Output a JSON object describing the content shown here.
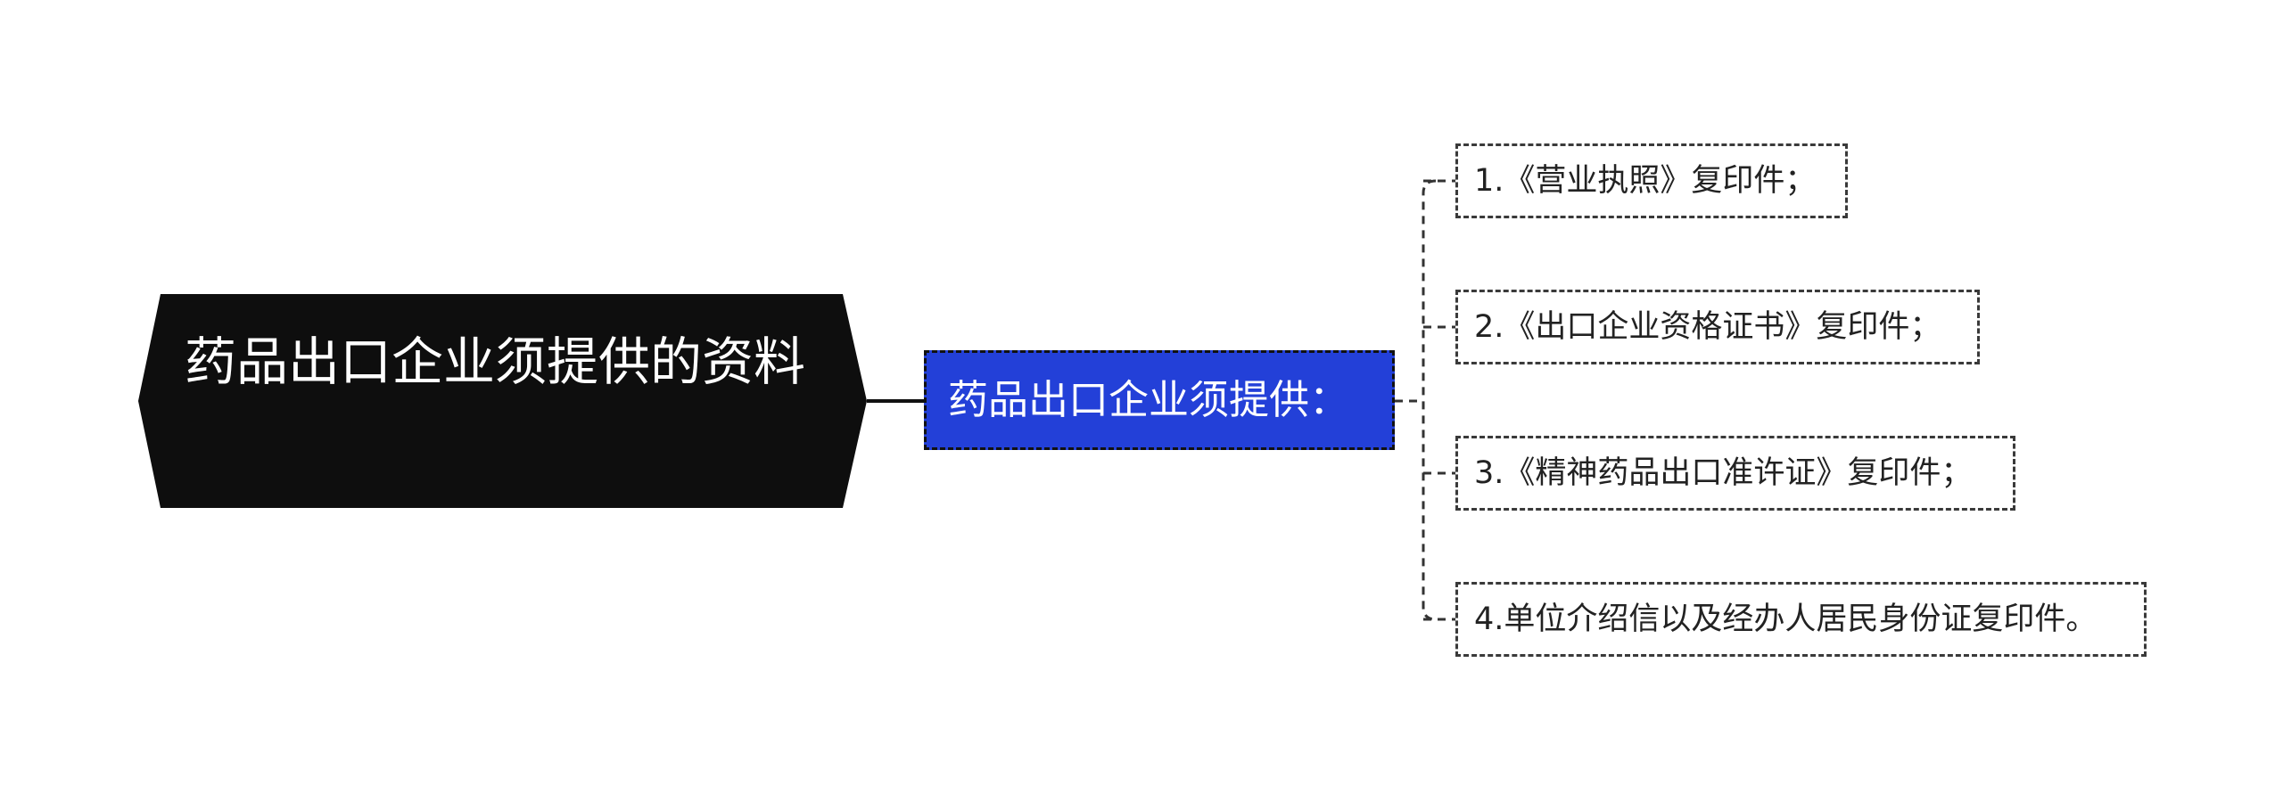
{
  "root": {
    "label": "药品出口企业须提供的资料"
  },
  "main_topic": {
    "label": "药品出口企业须提供："
  },
  "items": [
    {
      "label": "1.《营业执照》复印件；"
    },
    {
      "label": "2.《出口企业资格证书》复印件；"
    },
    {
      "label": "3.《精神药品出口准许证》复印件；"
    },
    {
      "label": "4.单位介绍信以及经办人居民身份证复印件。"
    }
  ],
  "colors": {
    "root_fill": "#0e0e0e",
    "main_fill": "#2340d8",
    "connector": "#111111",
    "leaf_border": "#3a3a3a"
  }
}
